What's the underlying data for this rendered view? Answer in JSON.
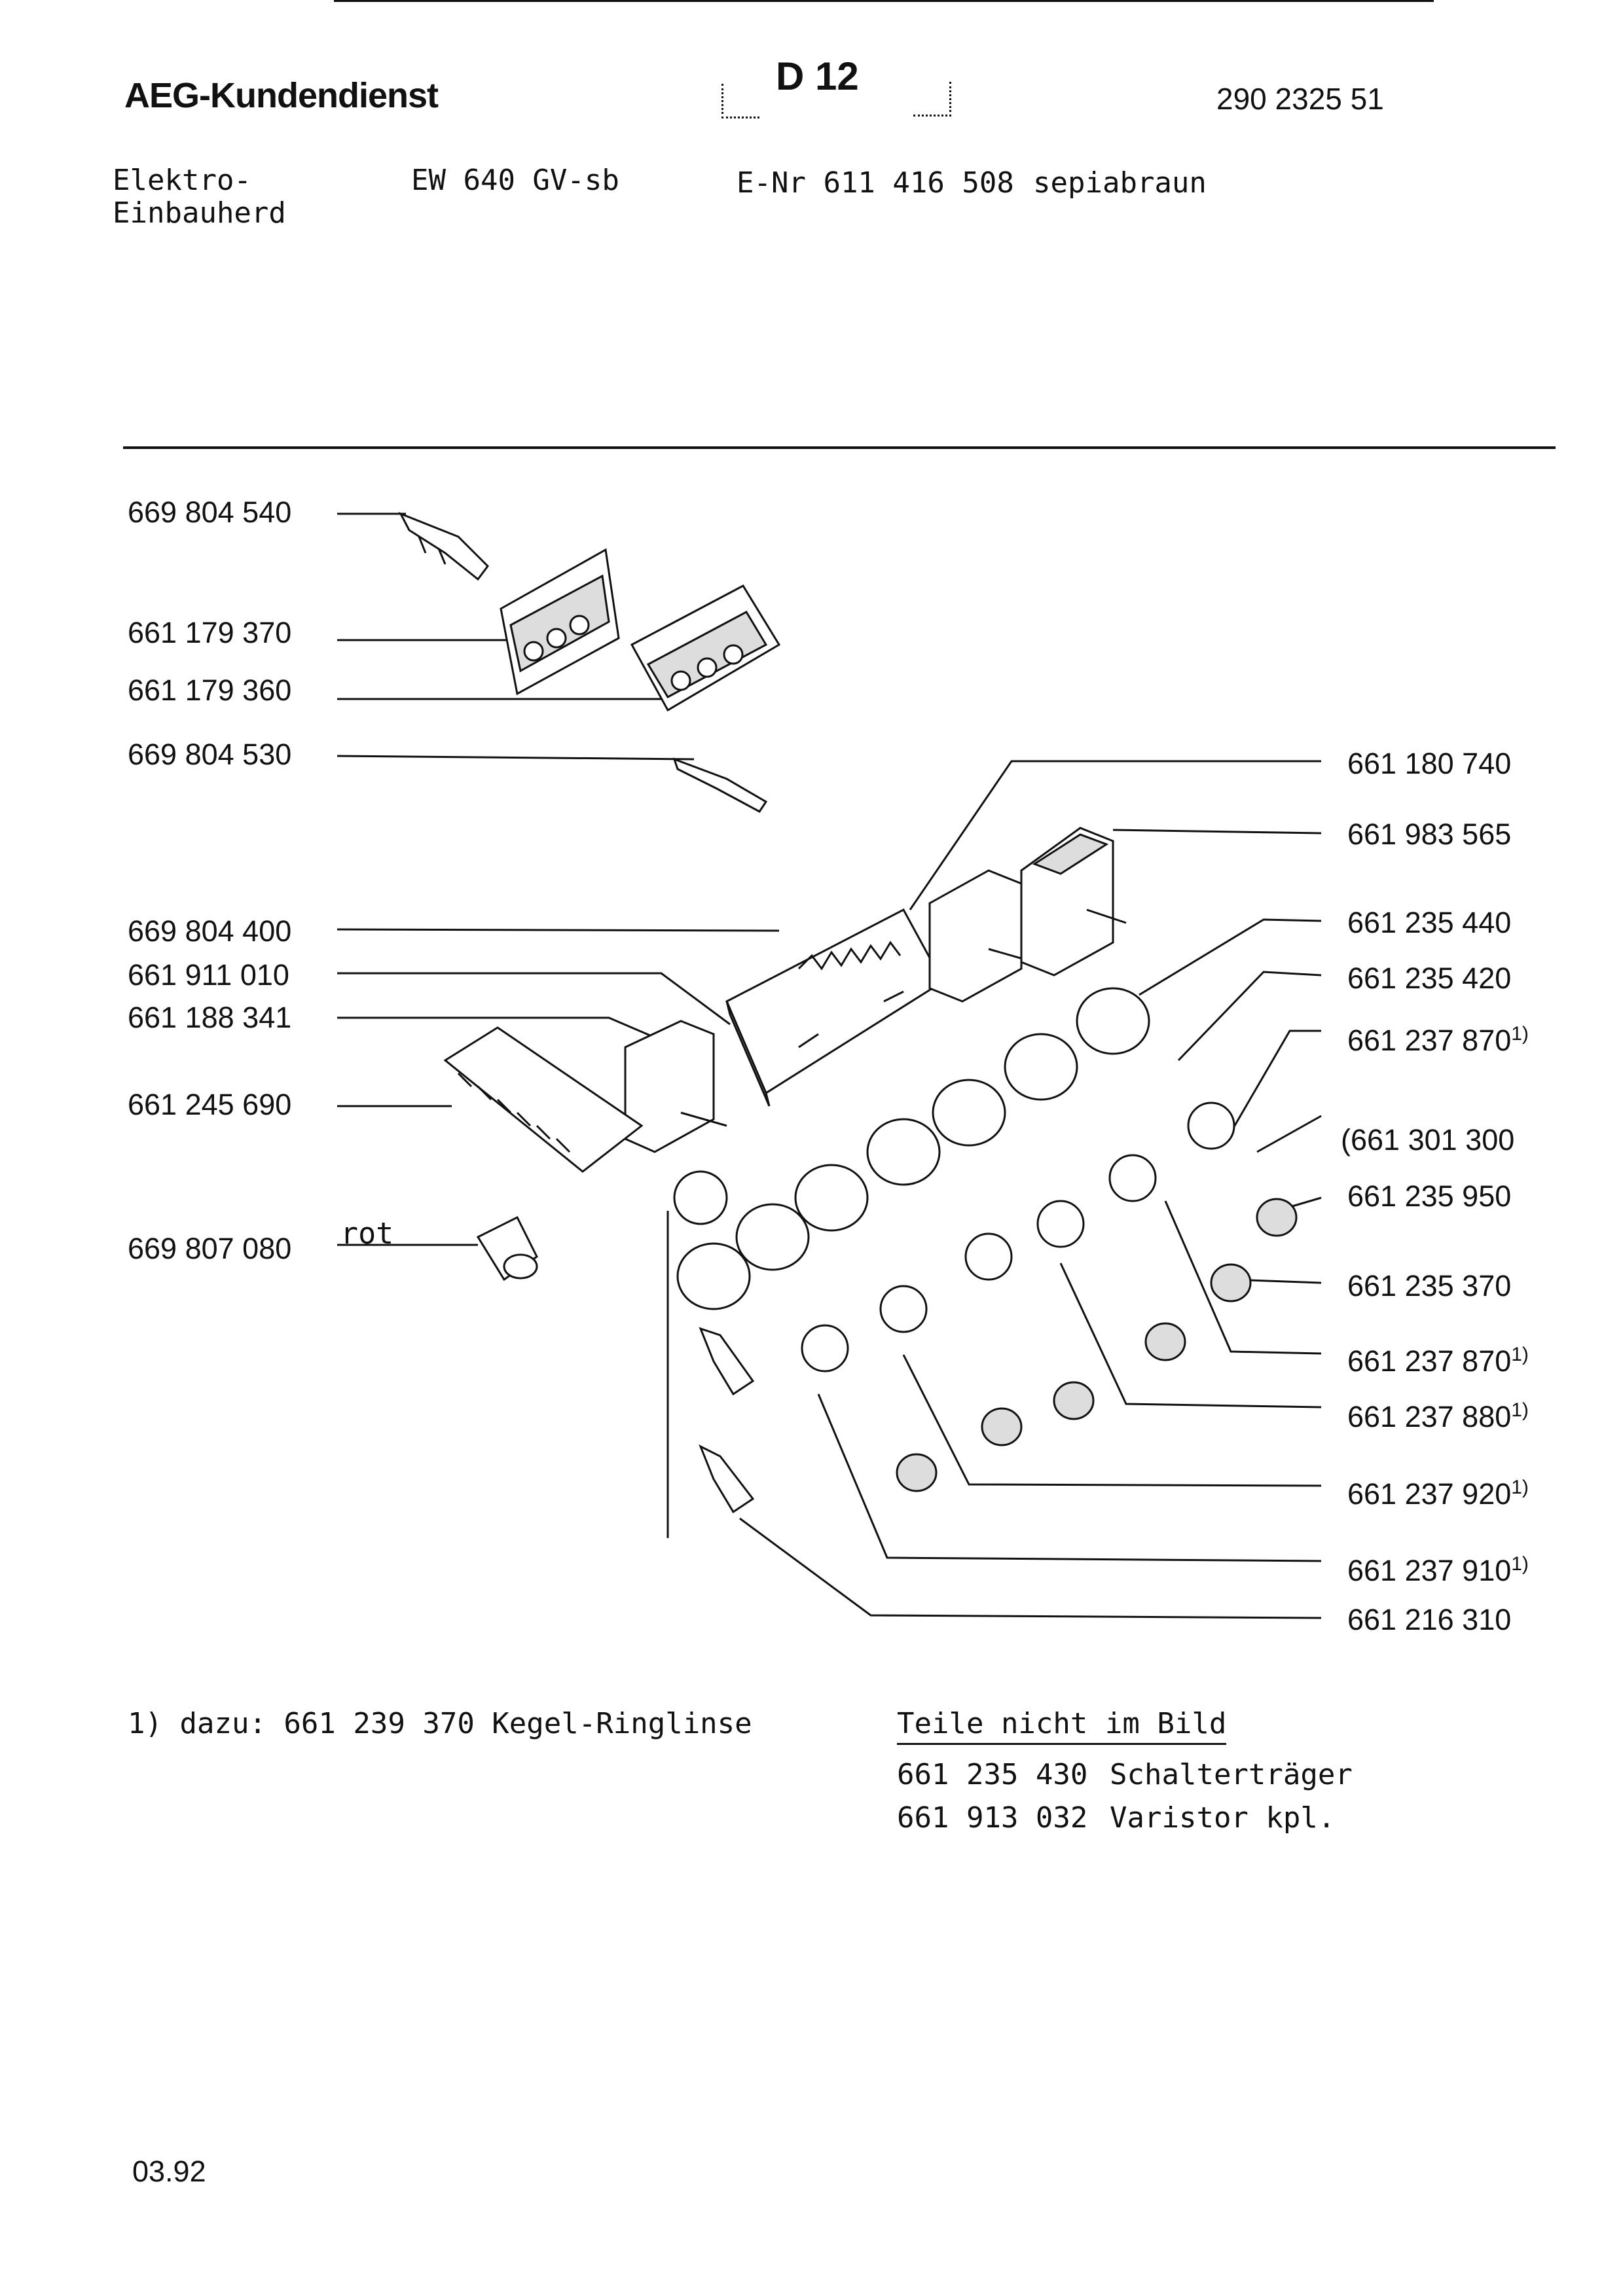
{
  "header": {
    "brand": "AEG-Kundendienst",
    "code": "D 12",
    "doc_number": "290 2325 51",
    "product_line1": "Elektro-",
    "product_line2": "Einbauherd",
    "model": "EW 640 GV-sb",
    "enr": "E-Nr 611 416 508",
    "color_name": "sepiabraun"
  },
  "left_parts": [
    {
      "number": "669 804 540"
    },
    {
      "number": "661 179 370"
    },
    {
      "number": "661 179 360"
    },
    {
      "number": "669 804 530"
    },
    {
      "number": "669 804 400"
    },
    {
      "number": "661 911 010"
    },
    {
      "number": "661 188 341"
    },
    {
      "number": "661 245 690"
    },
    {
      "number": "669 807 080",
      "annotation": "rot"
    }
  ],
  "right_parts": [
    {
      "number": "661 180 740"
    },
    {
      "number": "661 983 565"
    },
    {
      "number": "661 235 440"
    },
    {
      "number": "661 235 420"
    },
    {
      "number": "661 237 870",
      "note": "1)"
    },
    {
      "number": "661 301 300"
    },
    {
      "number": "661 235 950"
    },
    {
      "number": "661 235 370"
    },
    {
      "number": "661 237 870",
      "note": "1)"
    },
    {
      "number": "661 237 880",
      "note": "1)"
    },
    {
      "number": "661 237 920",
      "note": "1)"
    },
    {
      "number": "661 237 910",
      "note": "1)"
    },
    {
      "number": "661 216 310"
    }
  ],
  "footnote": "1) dazu: 661 239 370 Kegel-Ringlinse",
  "parts_not_shown": {
    "heading": "Teile nicht im Bild",
    "items": [
      {
        "number": "661 235 430",
        "name": "Schalterträger"
      },
      {
        "number": "661 913 032",
        "name": "Varistor kpl."
      }
    ]
  },
  "date": "03.92"
}
